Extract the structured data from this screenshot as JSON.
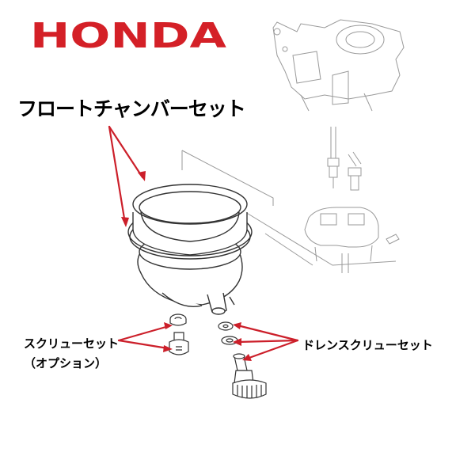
{
  "brand": {
    "logo_text": "HONDA",
    "logo_color": "#d42027"
  },
  "title": "フロートチャンバーセット",
  "callouts": {
    "screw_set": "スクリューセット",
    "screw_set_note": "（オプション）",
    "drain_screw_set": "ドレンスクリューセット"
  },
  "colors": {
    "arrow": "#cc1f2a",
    "line_art": "#333333",
    "faint_line_art": "#9a9a9a"
  }
}
